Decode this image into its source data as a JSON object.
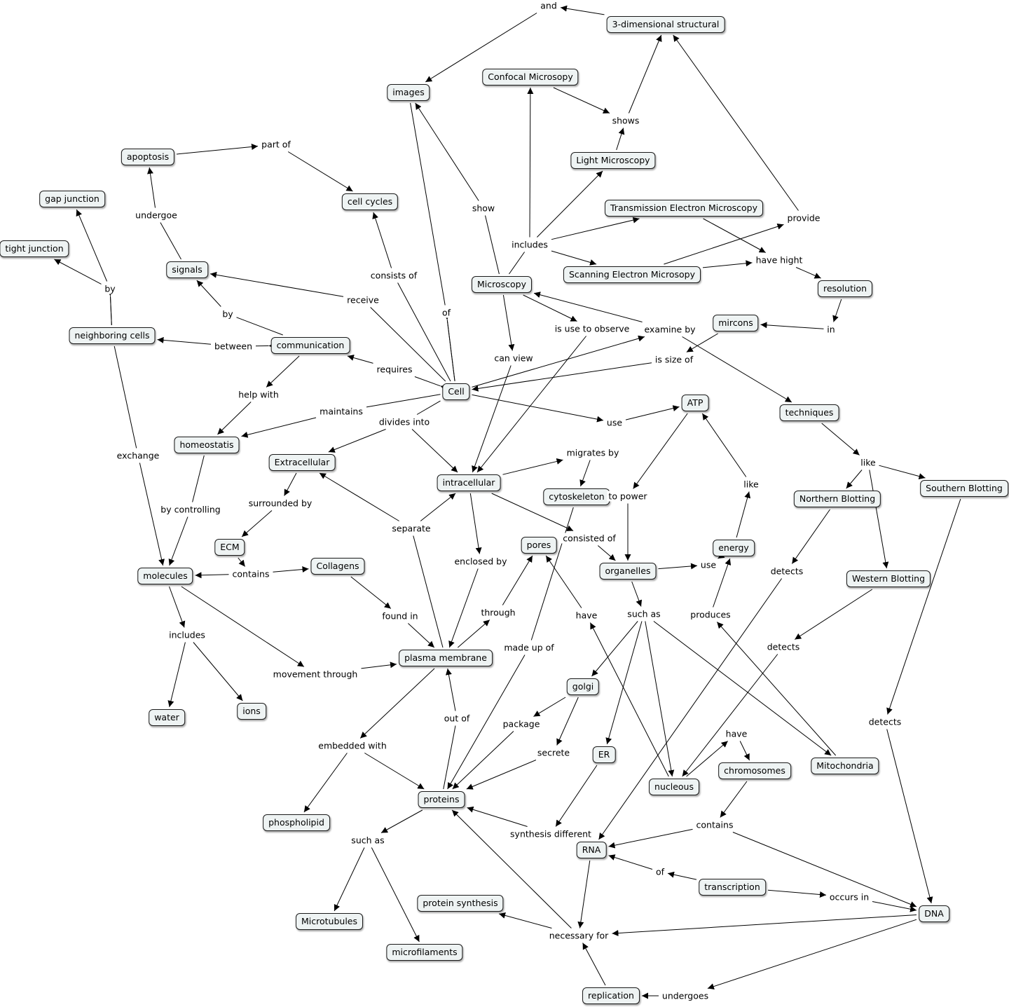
{
  "concepts": {
    "three_d": "3-dimensional structural",
    "and": "and",
    "images": "images",
    "confocal": "Confocal Microsopy",
    "shows": "shows",
    "light": "Light  Microscopy",
    "apoptosis": "apoptosis",
    "part_of": "part of",
    "cell_cycles": "cell cycles",
    "gap_junction": "gap junction",
    "show": "show",
    "tem": "Transmission Electron Microscopy",
    "provide": "provide",
    "undergoe": "undergoe",
    "tight_junction": "tight junction",
    "includes_m": "includes",
    "signals": "signals",
    "sem": "Scanning Electron Microsopy",
    "have_hight": "have hight",
    "consists_of": "consists of",
    "microscopy": "Microscopy",
    "resolution": "resolution",
    "by_nc": "by",
    "receive": "receive",
    "of_images": "of",
    "by_comm": "by",
    "is_use_to_observe": "is use to observe",
    "examine_by": "examine by",
    "mircons": "mircons",
    "in_res": "in",
    "neighboring_cells": "neighboring cells",
    "between": "between",
    "communication": "communication",
    "can_view": "can view",
    "is_size_of": "is size of",
    "requires": "requires",
    "cell": "Cell",
    "help_with": "help with",
    "atp": "ATP",
    "maintains": "maintains",
    "techniques": "techniques",
    "use_cell": "use",
    "divides_into": "divides into",
    "homeostatis": "homeostatis",
    "migrates_by": "migrates by",
    "exchange": "exchange",
    "extracellular": "Extracellular",
    "like_t": "like",
    "intracellular": "intracellular",
    "southern": "Southern Blotting",
    "like_e": "like",
    "cytoskeleton": "cytoskeleton",
    "to_power": "to power",
    "northern": "Northern Blotting",
    "surrounded_by": "surrounded by",
    "by_controlling": "by controlling",
    "separate": "separate",
    "consisted_of": "consisted of",
    "pores": "pores",
    "ecm": "ECM",
    "energy": "energy",
    "enclosed_by": "enclosed by",
    "use_org": "use",
    "collagens": "Collagens",
    "organelles": "organelles",
    "detects_n": "detects",
    "contains_ecm": "contains",
    "molecules": "molecules",
    "western": "Western Blotting",
    "through": "through",
    "have_nuc": "have",
    "such_as_org": "such as",
    "produces": "produces",
    "found_in": "found in",
    "includes_mol": "includes",
    "detects_w": "detects",
    "made_up_of": "made up of",
    "plasma_membrane": "plasma membrane",
    "movement_through": "movement through",
    "golgi": "golgi",
    "water": "water",
    "ions": "ions",
    "out_of": "out of",
    "package": "package",
    "detects_s": "detects",
    "have_chr": "have",
    "embedded_with": "embedded with",
    "secrete": "secrete",
    "er": "ER",
    "mitochondria": "Mitochondria",
    "chromosomes": "chromosomes",
    "nucleous": "nucleous",
    "proteins": "proteins",
    "phospholipid": "phospholipid",
    "contains_chr": "contains",
    "synthesis_different": "synthesis different",
    "such_as_pro": "such as",
    "rna": "RNA",
    "of_rna": "of",
    "transcription": "transcription",
    "occurs_in": "occurs in",
    "protein_synthesis": "protein synthesis",
    "dna": "DNA",
    "microtubules": "Microtubules",
    "necessary_for": "necessary for",
    "microfilaments": "microfilaments",
    "replication": "replication",
    "undergoes": "undergoes"
  },
  "colors": {
    "node_fill": "#eef3f3",
    "node_border": "#1a1a1a",
    "line": "#000000"
  }
}
